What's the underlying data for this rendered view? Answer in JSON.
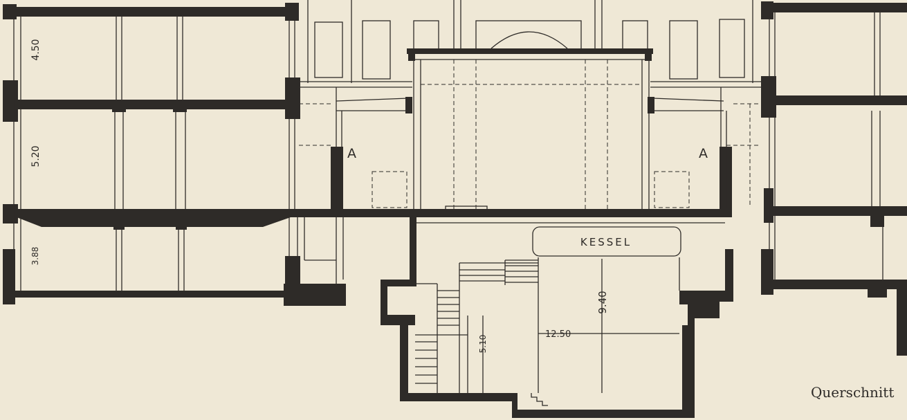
{
  "drawing": {
    "ink": "#2e2b28",
    "paper": "#efe8d6",
    "caption": "Querschnitt",
    "room_label": "KESSEL",
    "marker_left": "A",
    "marker_right": "A",
    "dimensions": {
      "floor_upper": "4.50",
      "floor_middle": "5.20",
      "floor_lower": "3.88",
      "basement_height": "9.40",
      "basement_width": "12.50",
      "stair_height": "5.10"
    }
  }
}
